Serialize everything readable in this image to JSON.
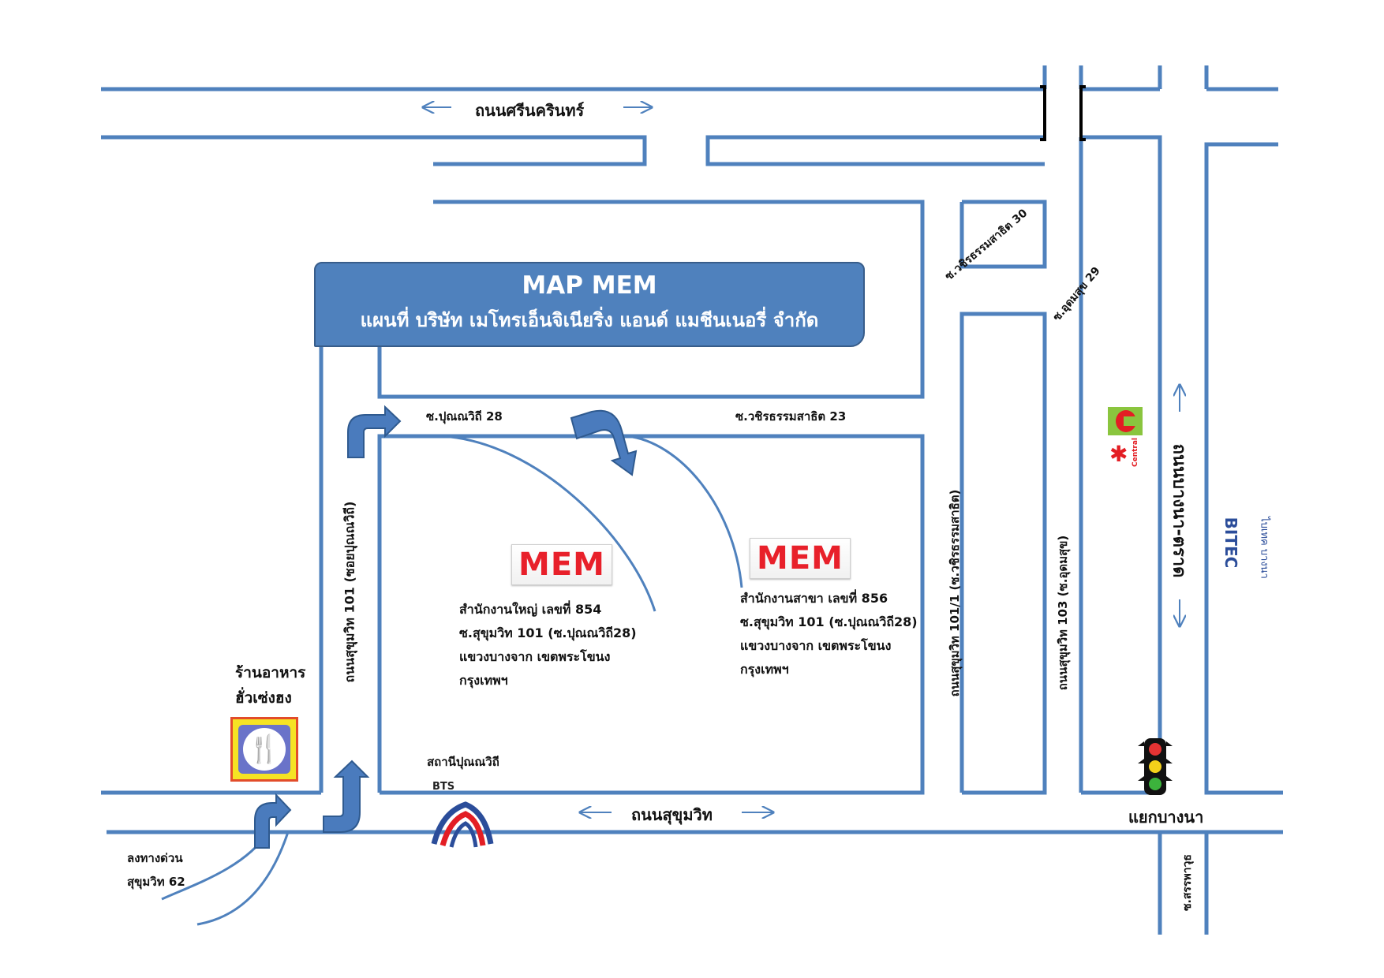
{
  "title": {
    "main": "MAP MEM",
    "sub": "แผนที่ บริษัท เมโทรเอ็นจิเนียริ่ง แอนด์ แมชีนเนอรี่ จำกัด"
  },
  "roads": {
    "srinakarin": "ถนนศรีนครินทร์",
    "sukhumvit": "ถนนสุขุมวิท",
    "bangna_trad": "ถนนบางนา-ตราด",
    "sukhumvit101": "ถนนสุขุมวิท 101 (ซอยปุณณวิถี)",
    "sukhumvit101_1": "ถนนสุขุมวิท 101/1 (ซ.วชิรธรรมสาธิต)",
    "sukhumvit103": "ถนนสุขุมวิท 103 (ซ.อุดมสุข)",
    "soi_punnawithi28": "ซ.ปุณณวิถี 28",
    "soi_wachira23": "ซ.วชิรธรรมสาธิต 23",
    "soi_wachira30": "ซ.วชิรธรรมสาธิต 30",
    "soi_udomsuk29": "ซ.อุดมสุข 29",
    "soi_sanphawut": "ซ.สรรพาวุธ"
  },
  "places": {
    "restaurant_line1": "ร้านอาหาร",
    "restaurant_line2": "ฮั่วเซ่งฮง",
    "bts_station": "สถานีปุณณวิถี",
    "bts_logo": "BTS",
    "bangna_junction": "แยกบางนา",
    "expressway_line1": "ลงทางด่วน",
    "expressway_line2": "สุขุมวิท 62",
    "bitec_text": "BITEC",
    "bitec_sub": "ไบเทค บางนา",
    "central": "Central"
  },
  "offices": {
    "logo": "MEM",
    "head": {
      "line1": "สำนักงานใหญ่ เลขที่ 854",
      "line2": "ซ.สุขุมวิท 101 (ซ.ปุณณวิถี28)",
      "line3": "แขวงบางจาก  เขตพระโขนง",
      "line4": "กรุงเทพฯ"
    },
    "branch": {
      "line1": "สำนักงานสาขา เลขที่ 856",
      "line2": "ซ.สุขุมวิท 101 (ซ.ปุณณวิถี28)",
      "line3": "แขวงบางจาก เขตพระโขนง",
      "line4": "กรุงเทพฯ"
    }
  },
  "colors": {
    "road": "#4f81bd",
    "title_bg": "#4f81bd",
    "arrow_fill": "#4a7bbd",
    "logo_red": "#e8202a"
  }
}
